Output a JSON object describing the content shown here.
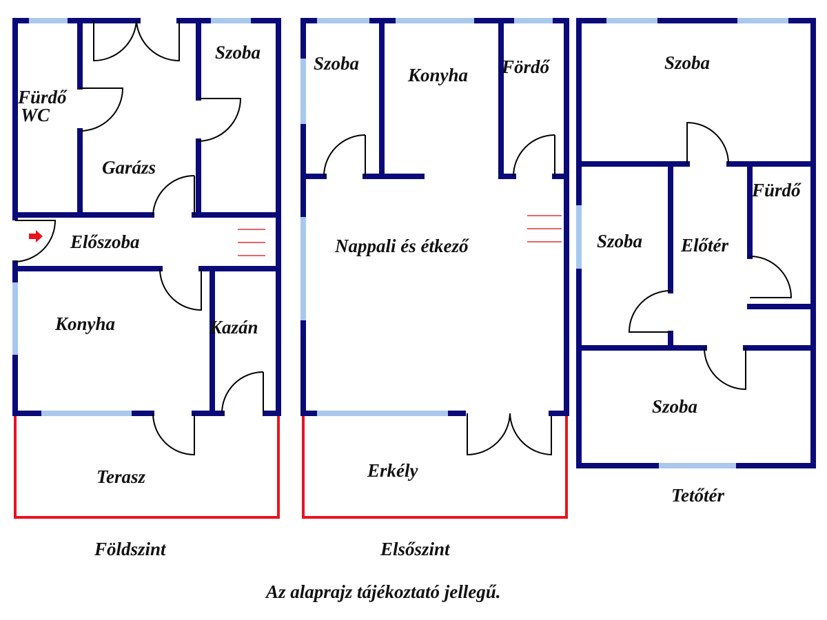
{
  "floors": [
    {
      "name": "Földszint",
      "rooms": [
        "Fürdő",
        "WC",
        "Garázs",
        "Szoba",
        "Előszoba",
        "Konyha",
        "Kazán",
        "Terasz"
      ]
    },
    {
      "name": "Elsőszint",
      "rooms": [
        "Szoba",
        "Konyha",
        "Fördő",
        "Nappali és étkező",
        "Erkély"
      ]
    },
    {
      "name": "Tetőtér",
      "rooms": [
        "Szoba",
        "Fürdő",
        "Szoba",
        "Előtér",
        "Szoba"
      ]
    }
  ],
  "disclaimer": "Az alaprajz tájékoztató jellegű.",
  "colors": {
    "wall": "#0a0a78",
    "window": "#a9c8ec",
    "railing": "#e8141c",
    "entrance_arrow": "#e8141c"
  },
  "icons": {
    "entrance": "entrance-arrow-icon"
  }
}
